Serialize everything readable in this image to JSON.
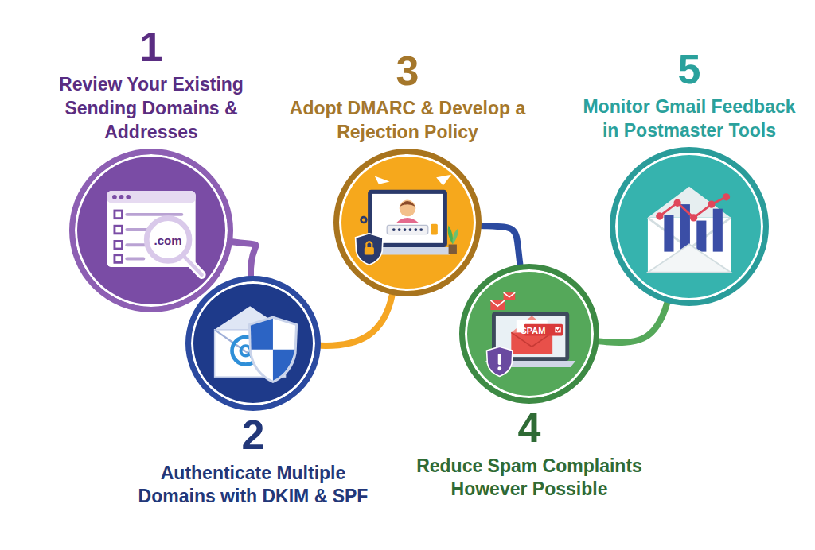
{
  "diagram": {
    "nodes": [
      {
        "text": [
          "1",
          "Review Your Existing Sending Domains & Addresses"
        ]
      },
      {
        "text": [
          "2",
          "Authenticate Multiple Domains with DKIM & SPF"
        ]
      },
      {
        "text": [
          "3",
          "Adopt DMARC & Develop a Rejection Policy"
        ]
      },
      {
        "text": [
          "4",
          "Reduce Spam Complaints However Possible"
        ]
      },
      {
        "text": [
          "5",
          "Monitor Gmail Feedback in Postmaster Tools"
        ]
      }
    ],
    "edges": [
      {
        "from": 0,
        "to": 1,
        "arrow": "none"
      },
      {
        "from": 1,
        "to": 2,
        "arrow": "none"
      },
      {
        "from": 2,
        "to": 3,
        "arrow": "none"
      },
      {
        "from": 3,
        "to": 4,
        "arrow": "none"
      }
    ],
    "labels": [
      ".com",
      "SPAM"
    ]
  }
}
